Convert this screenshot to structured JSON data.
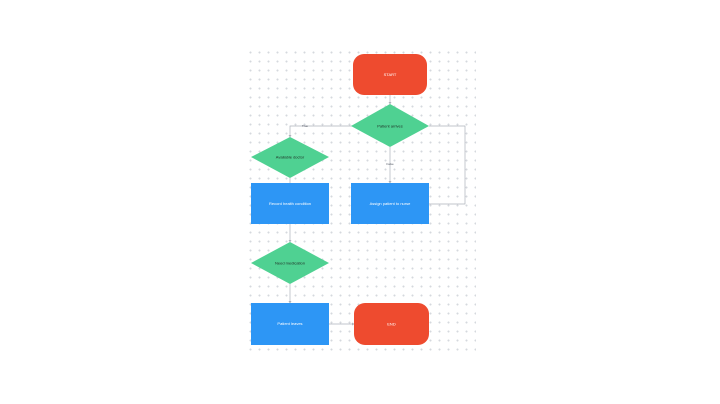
{
  "colors": {
    "terminal": "#ee4b2f",
    "decision": "#4fd192",
    "process": "#2d96f5",
    "connector": "#aeb3bb"
  },
  "nodes": {
    "start": "START",
    "patient_arrives": "Patient arrives",
    "available_doctor": "Available doctor",
    "record_health": "Record health condition",
    "assign_nurse": "Assign patient to nurse",
    "need_medication": "Need medication",
    "patient_leaves": "Patient leaves",
    "end": "END"
  },
  "edges": {
    "arrives_to_doctor": "True",
    "arrives_to_nurse": "False"
  }
}
